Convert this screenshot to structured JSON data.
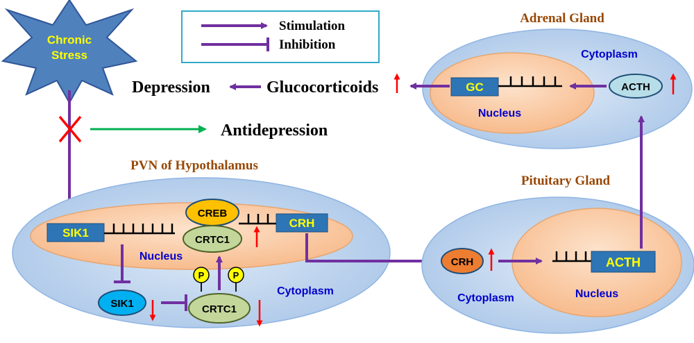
{
  "legend": {
    "stimulation": "Stimulation",
    "inhibition": "Inhibition"
  },
  "stress": {
    "line1": "Chronic",
    "line2": "Stress"
  },
  "top": {
    "depression": "Depression",
    "glucocorticoids": "Glucocorticoids",
    "antidepression": "Antidepression"
  },
  "adrenal": {
    "title": "Adrenal Gland",
    "cytoplasm": "Cytoplasm",
    "nucleus": "Nucleus",
    "gc": "GC",
    "acth": "ACTH"
  },
  "pituitary": {
    "title": "Pituitary Gland",
    "cytoplasm": "Cytoplasm",
    "nucleus": "Nucleus",
    "crh": "CRH",
    "acth": "ACTH"
  },
  "pvn": {
    "title": "PVN of Hypothalamus",
    "nucleus": "Nucleus",
    "cytoplasm": "Cytoplasm",
    "sik1_nuclear": "SIK1",
    "sik1_cyto": "SIK1",
    "creb": "CREB",
    "crtc1_nuclear": "CRTC1",
    "crtc1_cyto": "CRTC1",
    "crh": "CRH",
    "phospho": "P"
  },
  "colors": {
    "purple": "#7030A0",
    "green": "#00B050",
    "red": "#FF0000",
    "cell": "#C5D9F1",
    "nucleus": "#FBD4B4",
    "box": "#2E75B6",
    "star": "#4F81BD",
    "yellow_text": "#FFFF00",
    "blue_text": "#0000CC",
    "brown_text": "#984806",
    "creb": "#FFC000",
    "crtc1": "#C4D79B",
    "crh_oval": "#ED7D31",
    "sik1_oval": "#00B0F0",
    "acth_oval": "#B7DEE8",
    "phospho": "#FFFF00"
  }
}
